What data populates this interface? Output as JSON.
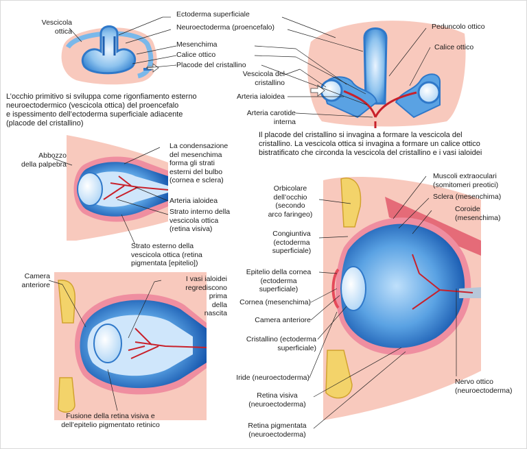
{
  "panel1": {
    "labels": {
      "vescicola_ottica": "Vescicola\nottica",
      "ectoderma_superficiale": "Ectoderma superficiale",
      "neuroectoderma": "Neuroectoderma (proencefalo)",
      "mesenchima": "Mesenchima",
      "calice_ottico": "Calice ottico",
      "placode": "Placode del cristallino"
    },
    "caption": "L’occhio primitivo si sviluppa come rigonfiamento esterno\nneuroectodermico (vescicola ottica) del proencefalo\ne ispessimento dell’ectoderma superficiale adiacente\n(placode del cristallino)"
  },
  "panel2": {
    "labels": {
      "peduncolo_ottico": "Peduncolo ottico",
      "calice_ottico": "Calice ottico",
      "vescicola_cristallino": "Vescicola del\ncristallino",
      "arteria_ialoidea": "Arteria ialoidea",
      "arteria_carotide": "Arteria carotide\ninterna"
    },
    "caption": "Il placode del cristallino si invagina a formare la vescicola del\ncristallino. La vescicola ottica si invagina a formare un calice ottico\nbistratificato che circonda la vescicola del cristallino e i vasi ialoidei"
  },
  "panel3": {
    "labels": {
      "abbozzo_palpebra": "Abbozzo\ndella palpebra",
      "condensazione": "La condensazione\ndel mesenchima\nforma gli strati\nesterni del bulbo\n(cornea e sclera)",
      "arteria_ialoidea": "Arteria ialoidea",
      "strato_interno": "Strato interno della\nvescicola ottica\n(retina visiva)",
      "strato_esterno": "Strato esterno della\nvescicola ottica (retina\npigmentata [epitelio])"
    }
  },
  "panel4": {
    "labels": {
      "camera_anteriore": "Camera\nanteriore",
      "vasi_ialoidei": "I vasi ialoidei\nregrediscono\nprima\ndella\nnascita",
      "fusione": "Fusione della retina visiva e\ndell’epitelio pigmentato retinico"
    }
  },
  "panel5": {
    "labels": {
      "muscoli": "Muscoli extraoculari\n(somitomeri preotici)",
      "sclera": "Sclera (mesenchima)",
      "coroide": "Coroide\n(mesenchima)",
      "orbicolare": "Orbicolare\ndell’occhio\n(secondo\narco faringeo)",
      "congiuntiva": "Congiuntiva\n(ectoderma\nsuperficiale)",
      "epitelio_cornea": "Epitelio della cornea\n(ectoderma\nsuperficiale)",
      "cornea": "Cornea (mesenchima)",
      "camera_anteriore": "Camera anteriore",
      "cristallino": "Cristallino (ectoderma\nsuperficiale)",
      "iride": "Iride (neuroectoderma)",
      "retina_visiva": "Retina visiva\n(neuroectoderma)",
      "retina_pigmentata": "Retina pigmentata\n(neuroectoderma)",
      "nervo_ottico": "Nervo ottico\n(neuroectoderma)"
    }
  }
}
